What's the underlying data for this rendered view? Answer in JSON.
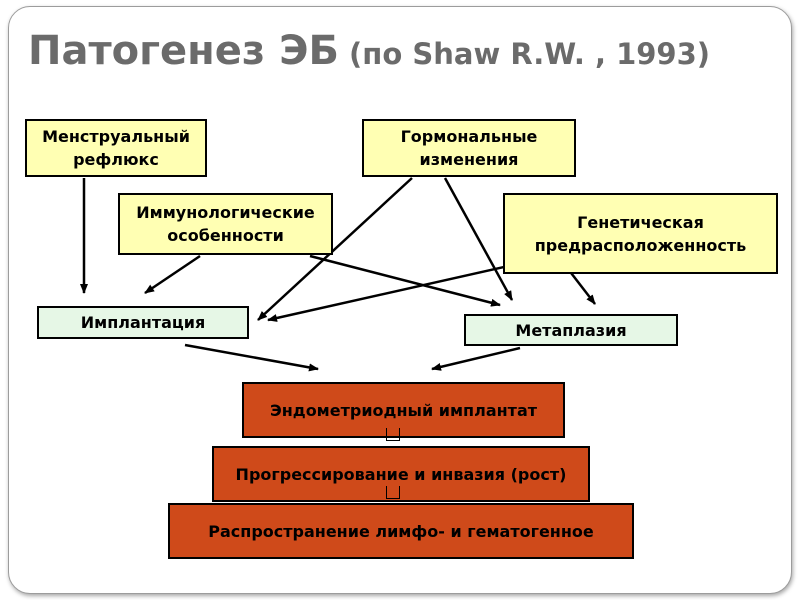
{
  "title": {
    "main": "Патогенез ЭБ",
    "sub": " (по Shaw R.W. , 1993)"
  },
  "boxes": {
    "menstrual_reflux": "Менструальный рефлюкс",
    "hormonal_changes": "Гормональные изменения",
    "immunological": "Иммунологические особенности",
    "genetic": "Генетическая предрасположенность",
    "implantation": "Имплантация",
    "metaplasia": "Метаплазия",
    "endometrioid_implant": "Эндометриодный имплантат",
    "progression": "Прогрессирование и инвазия (рост)",
    "spread": "Распространение лимфо- и гематогенное"
  },
  "colors": {
    "cause_box": "#ffffb3",
    "process_box": "#e6f7e6",
    "outcome_box": "#cf4a1a",
    "title": "#6b6b6b"
  }
}
